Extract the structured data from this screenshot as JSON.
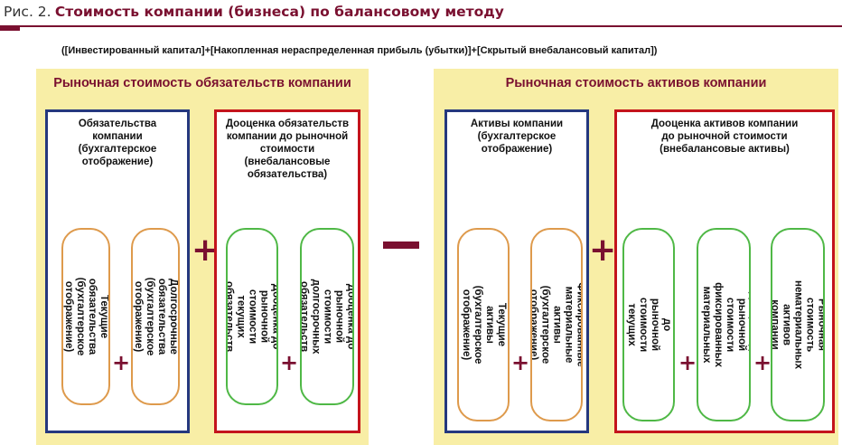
{
  "figure": {
    "number": "Рис. 2.",
    "title": "Стоимость компании (бизнеса) по балансовому методу"
  },
  "formula": "([Инвестированный капитал]+[Накопленная нераспределенная прибыль (убытки)]+[Скрытый внебалансовый капитал])",
  "left_panel": {
    "title": "Рыночная стоимость обязательств компании",
    "book_box": {
      "title": "Обязательства\nкомпании\n(бухгалтерское\nотображение)",
      "items": [
        "Текущие обязательства\n(бухгалтерское отображение)",
        "Долгосрочные обязательства\n(бухгалтерское отображение)"
      ]
    },
    "revaluation_box": {
      "title": "Дооценка обязательств\nкомпании до рыночной\nстоимости\n(внебалансовые\nобязательства)",
      "items": [
        "Дооценка до рыночной\nстоимости текущих обязательств",
        "Дооценка до рыночной\nстоимости долгосрочных\nобязательств"
      ]
    }
  },
  "right_panel": {
    "title": "Рыночная стоимость активов компании",
    "book_box": {
      "title": "Активы компании\n(бухгалтерское\nотображение)",
      "items": [
        "Текущие активы (бухгалтерское\nотображение)",
        "Фиксированные материальные\nактивы (бухгалтерское\nотображение)"
      ]
    },
    "revaluation_box": {
      "title": "Дооценка активов компании\nдо рыночной стоимости\n(внебалансовые активы)",
      "items": [
        "Дооценка до рыночной\nстоимости текущих активов",
        "Дооценка до рыночной\nстоимости фиксированных\nматериальных активов",
        "Рыночная стоимость\nнематериальных активов\nкомпании"
      ]
    }
  },
  "operators": {
    "plus": "+",
    "minus": "−"
  },
  "colors": {
    "accent": "#7a1030",
    "panel_bg": "#f8eea6",
    "book_border": "#25387e",
    "revaluation_border": "#c4141c",
    "book_item_border": "#de9a4c",
    "revaluation_item_border": "#4fb846"
  }
}
